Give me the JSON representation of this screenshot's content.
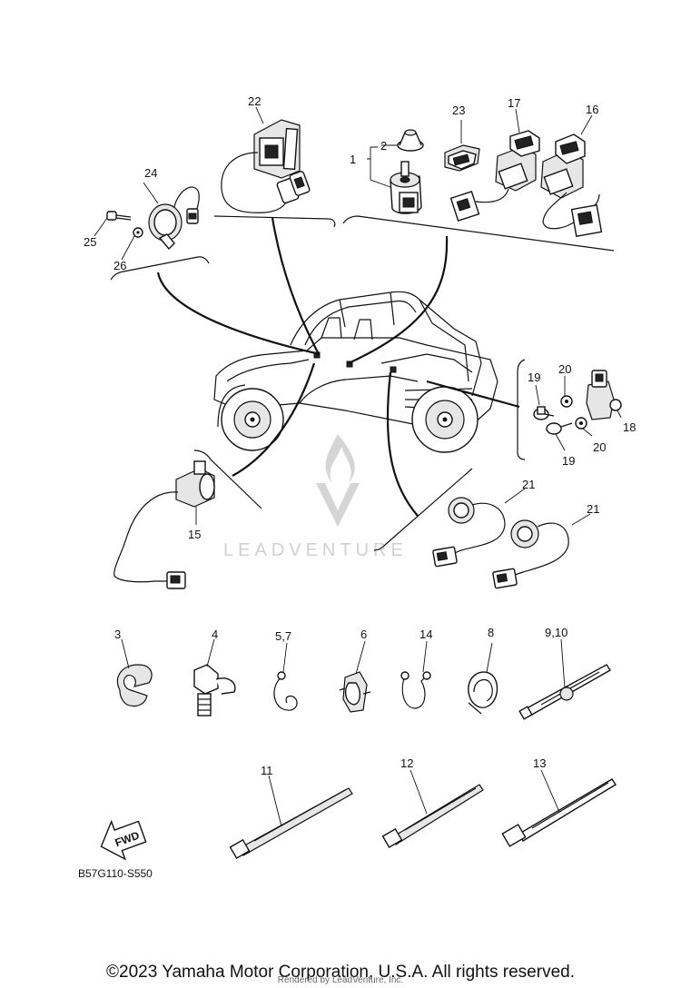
{
  "diagram": {
    "drawing_code": "B57G110-S550",
    "fwd_label": "FWD",
    "watermark": "LEADVENTURE",
    "callouts": {
      "p1": "1",
      "p2": "2",
      "p3": "3",
      "p4": "4",
      "p57": "5,7",
      "p6": "6",
      "p8": "8",
      "p910": "9,10",
      "p11": "11",
      "p12": "12",
      "p13": "13",
      "p14": "14",
      "p15": "15",
      "p16": "16",
      "p17": "17",
      "p18": "18",
      "p19a": "19",
      "p19b": "19",
      "p20a": "20",
      "p20b": "20",
      "p21a": "21",
      "p21b": "21",
      "p22": "22",
      "p23": "23",
      "p24": "24",
      "p25": "25",
      "p26": "26"
    }
  },
  "footer": {
    "copyright": "©2023 Yamaha Motor Corporation, U.S.A. All rights reserved.",
    "rendered_by": "Rendered by LeadVenture, Inc."
  }
}
